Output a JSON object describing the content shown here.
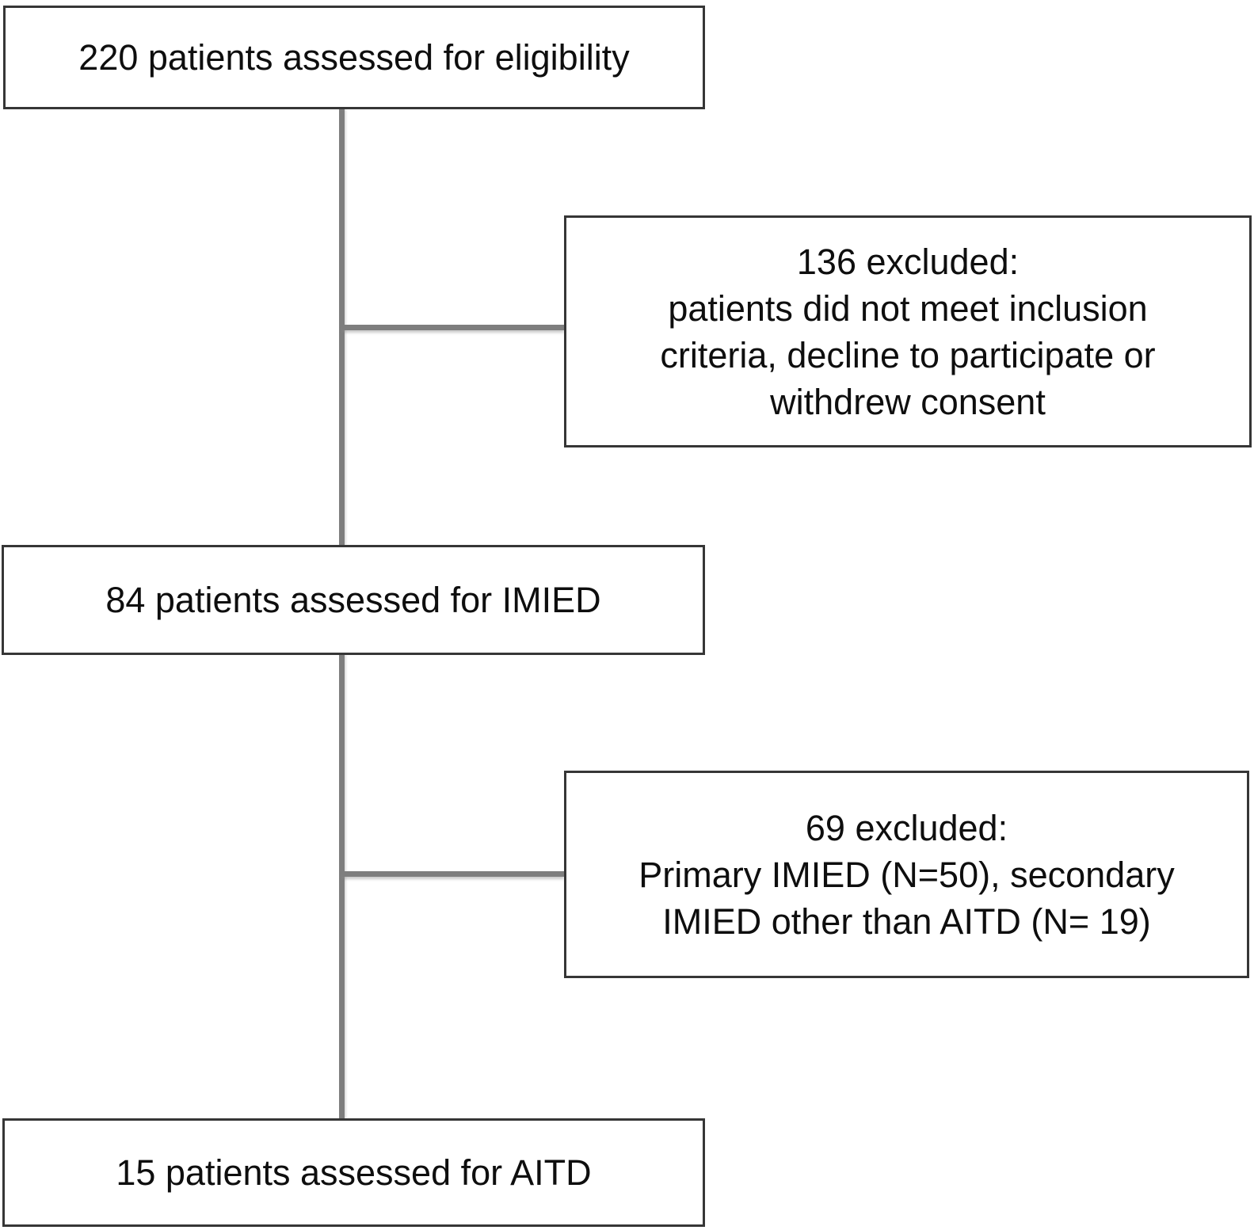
{
  "diagram": {
    "type": "patient-flow-chart",
    "colors": {
      "background": "#ffffff",
      "box_border": "#363636",
      "connector": "#7e7e7e",
      "text": "#0e0e0e"
    },
    "boxes": {
      "eligibility": {
        "lines": [
          "220 patients assessed for eligibility"
        ]
      },
      "excluded1": {
        "lines": [
          "136 excluded:",
          "patients did not meet inclusion",
          "criteria, decline to participate or",
          "withdrew consent"
        ]
      },
      "imied": {
        "lines": [
          "84 patients assessed for IMIED"
        ]
      },
      "excluded2": {
        "lines": [
          "69 excluded:",
          "Primary IMIED (N=50), secondary",
          "IMIED other than AITD (N= 19)"
        ]
      },
      "aitd": {
        "lines": [
          "15 patients assessed for AITD"
        ]
      }
    }
  }
}
